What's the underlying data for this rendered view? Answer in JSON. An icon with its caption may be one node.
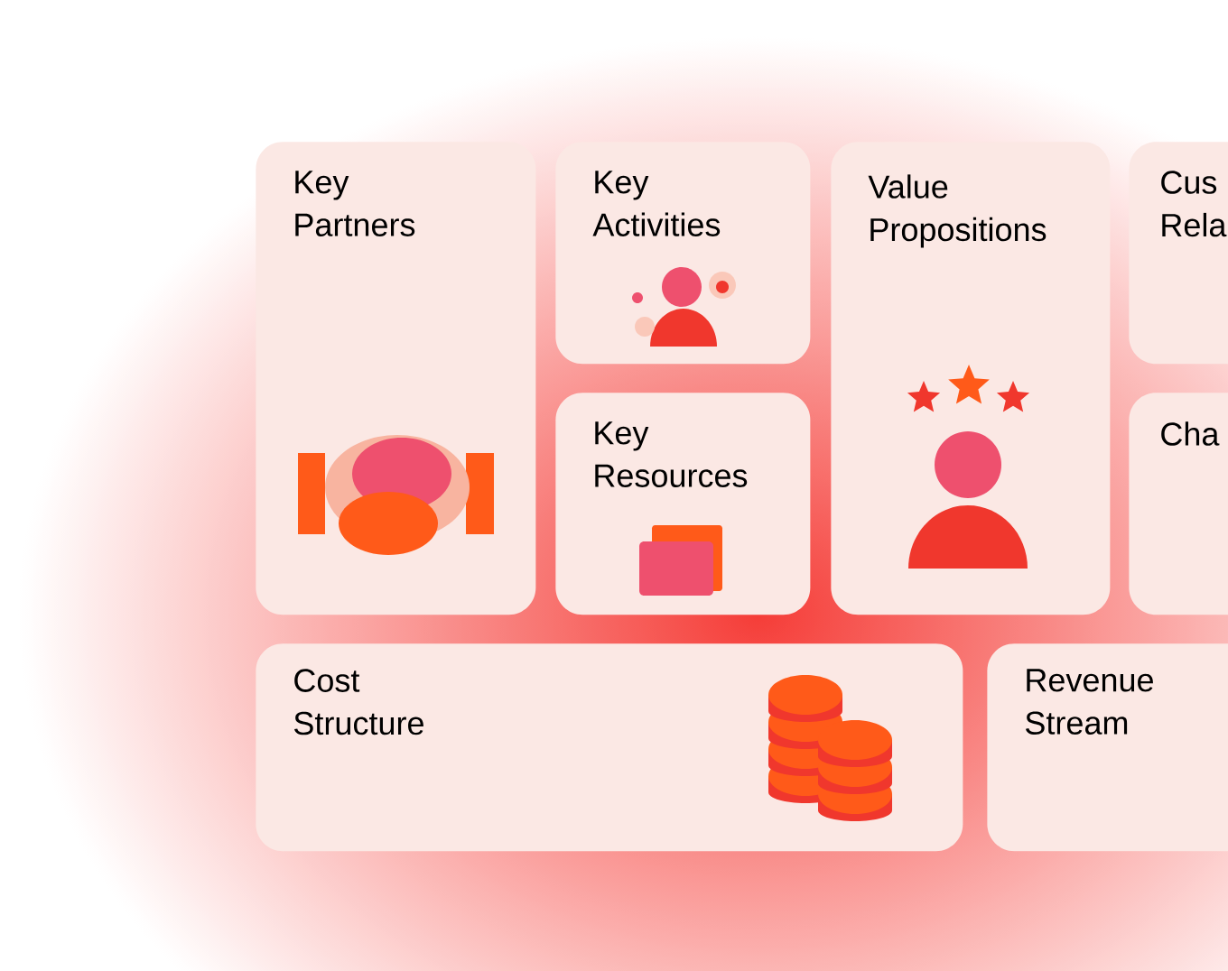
{
  "diagram": {
    "nodes": [
      {
        "text": [
          "Key Partners"
        ]
      },
      {
        "text": [
          "Key Activities"
        ]
      },
      {
        "text": [
          "Key Resources"
        ]
      },
      {
        "text": [
          "Value Propositions"
        ]
      },
      {
        "text": [
          "Cus Rela"
        ]
      },
      {
        "text": [
          "Cha"
        ]
      },
      {
        "text": [
          "Cost Structure"
        ]
      },
      {
        "text": [
          "Revenue Stream"
        ]
      }
    ]
  }
}
